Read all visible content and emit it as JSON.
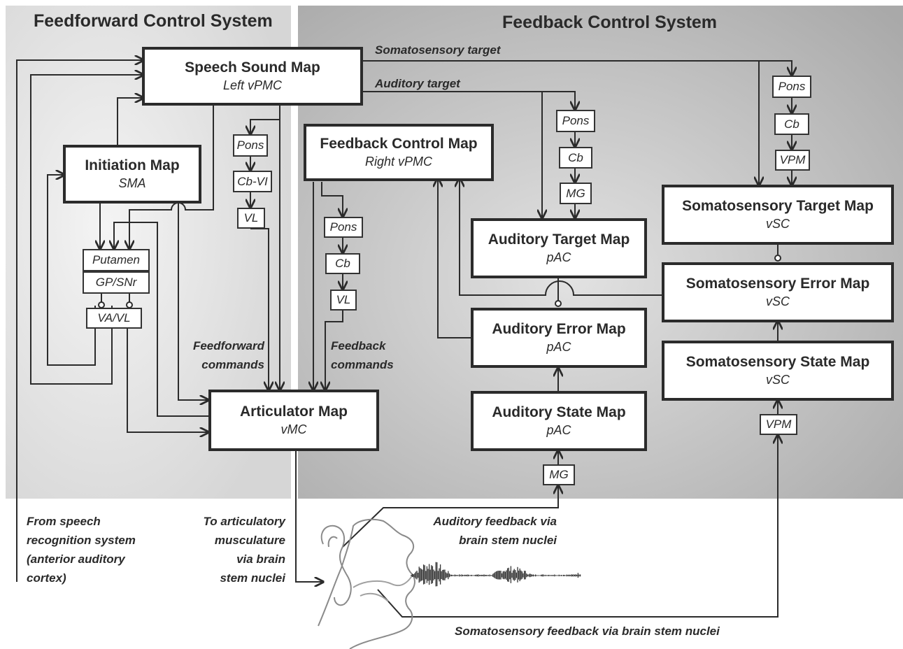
{
  "regions": {
    "feedforward_title": "Feedforward Control System",
    "feedback_title": "Feedback Control System"
  },
  "boxes": {
    "speech_sound_map": {
      "title": "Speech Sound Map",
      "subtitle": "Left vPMC"
    },
    "initiation_map": {
      "title": "Initiation Map",
      "subtitle": "SMA"
    },
    "feedback_control_map": {
      "title": "Feedback Control Map",
      "subtitle": "Right vPMC"
    },
    "auditory_target_map": {
      "title": "Auditory Target Map",
      "subtitle": "pAC"
    },
    "auditory_error_map": {
      "title": "Auditory Error Map",
      "subtitle": "pAC"
    },
    "auditory_state_map": {
      "title": "Auditory State Map",
      "subtitle": "pAC"
    },
    "somatosensory_target_map": {
      "title": "Somatosensory Target Map",
      "subtitle": "vSC"
    },
    "somatosensory_error_map": {
      "title": "Somatosensory Error Map",
      "subtitle": "vSC"
    },
    "somatosensory_state_map": {
      "title": "Somatosensory State Map",
      "subtitle": "vSC"
    },
    "articulator_map": {
      "title": "Articulator Map",
      "subtitle": "vMC"
    }
  },
  "nuclei": {
    "ff_pons": "Pons",
    "ff_cb": "Cb-VI",
    "ff_vl": "VL",
    "fb_pons": "Pons",
    "fb_cb": "Cb",
    "fb_vl": "VL",
    "aud_pons": "Pons",
    "aud_cb": "Cb",
    "aud_mg": "MG",
    "som_pons": "Pons",
    "som_cb": "Cb",
    "som_vpm": "VPM",
    "putamen": "Putamen",
    "gp_snr": "GP/SNr",
    "va_vl": "VA/VL",
    "mg_bottom": "MG",
    "vpm_bottom": "VPM"
  },
  "labels": {
    "somatosensory_target": "Somatosensory target",
    "auditory_target": "Auditory target",
    "feedforward_commands": [
      "Feedforward",
      "commands"
    ],
    "feedback_commands": [
      "Feedback",
      "commands"
    ],
    "from_speech": [
      "From speech",
      "recognition system",
      "(anterior auditory",
      "cortex)"
    ],
    "to_articulatory": [
      "To articulatory",
      "musculature",
      "via brain",
      "stem nuclei"
    ],
    "auditory_feedback": [
      "Auditory feedback via",
      "brain stem nuclei"
    ],
    "somatosensory_feedback": "Somatosensory feedback via brain stem nuclei"
  },
  "colors": {
    "feedforward_bg": "#e3e3e3",
    "feedback_bg": "#bdbdbd",
    "stroke": "#2b2b2b"
  }
}
